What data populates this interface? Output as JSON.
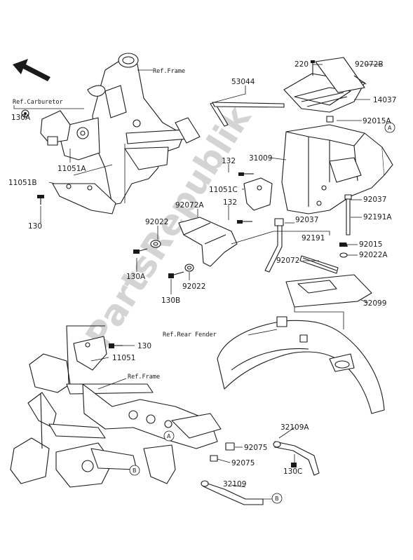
{
  "watermark": "PartsRepublik",
  "refs": {
    "frame_top": "Ref.Frame",
    "carburetor": "Ref.Carburetor",
    "rear_fender": "Ref.Rear Fender",
    "frame_bottom": "Ref.Frame"
  },
  "parts": {
    "p220": "220",
    "p92072B": "92072B",
    "p53044": "53044",
    "p14037": "14037",
    "p92015A": "92015A",
    "p31009": "31009",
    "p132a": "132",
    "p11051C": "11051C",
    "p132b": "132",
    "p92037a": "92037",
    "p92191A": "92191A",
    "p92037b": "92037",
    "p92072A": "92072A",
    "p92022a": "92022",
    "p92191": "92191",
    "p92015": "92015",
    "p92022A": "92022A",
    "p92072": "92072",
    "p130A_top": "130A",
    "p11051A": "11051A",
    "p11051B": "11051B",
    "p130a": "130",
    "p130A_mid": "130A",
    "p92022b": "92022",
    "p130B": "130B",
    "p32099": "32099",
    "p130b": "130",
    "p11051": "11051",
    "p92075a": "92075",
    "p92075b": "92075",
    "p32109A": "32109A",
    "p130C": "130C",
    "p32109": "32109"
  },
  "callouts": {
    "A": "A",
    "B": "B"
  }
}
